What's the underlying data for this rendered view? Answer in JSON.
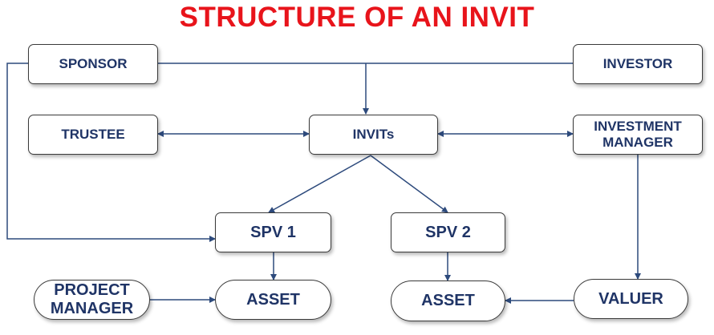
{
  "title": "STRUCTURE OF AN INVIT",
  "nodes": {
    "sponsor": "SPONSOR",
    "investor": "INVESTOR",
    "trustee": "TRUSTEE",
    "invits": "INVITs",
    "investment_manager": [
      "INVESTMENT",
      "MANAGER"
    ],
    "spv1": "SPV 1",
    "spv2": "SPV 2",
    "project_manager": [
      "PROJECT",
      "MANAGER"
    ],
    "asset1": "ASSET",
    "asset2": "ASSET",
    "valuer": "VALUER"
  },
  "colors": {
    "title": "#e8141b",
    "label": "#1f3466",
    "connector": "#2d4a7c"
  }
}
